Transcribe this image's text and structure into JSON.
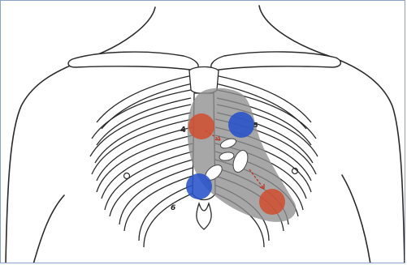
{
  "figure": {
    "labels": {
      "intercostal_upper": "4",
      "intercostal_lower": "6",
      "intercostal_right": "5"
    },
    "colors": {
      "line": "#2a2a2a",
      "heart_shadow": "#8e8e8e",
      "aortic_point": "#d24a2a",
      "pulmonic_point": "#2952c9",
      "tricuspid_point": "#2952c9",
      "mitral_point": "#d24a2a",
      "arrow": "#c0392b"
    },
    "auscultation_points": [
      "aortic",
      "pulmonic",
      "tricuspid",
      "mitral"
    ],
    "icons": [
      "heart-valve-aortic-icon",
      "heart-valve-pulmonic-icon",
      "heart-valve-tricuspid-icon",
      "heart-valve-mitral-icon"
    ]
  }
}
